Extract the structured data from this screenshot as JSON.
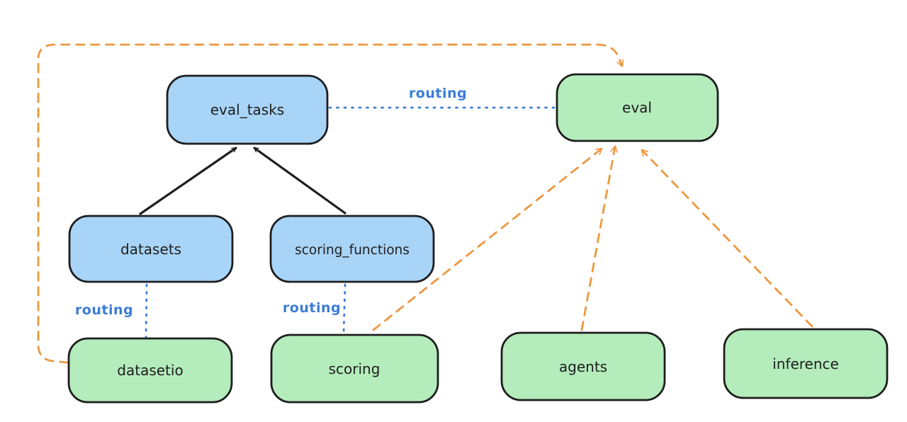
{
  "diagram": {
    "type": "architecture-diagram",
    "background": "#ffffff",
    "nodes": {
      "eval_tasks": {
        "label": "eval_tasks",
        "color": "#a8d4f7",
        "kind": "resource"
      },
      "eval": {
        "label": "eval",
        "color": "#b4ecbc",
        "kind": "api"
      },
      "datasets": {
        "label": "datasets",
        "color": "#a8d4f7",
        "kind": "resource"
      },
      "scoring_functions": {
        "label": "scoring_functions",
        "color": "#a8d4f7",
        "kind": "resource"
      },
      "datasetio": {
        "label": "datasetio",
        "color": "#b4ecbc",
        "kind": "api"
      },
      "scoring": {
        "label": "scoring",
        "color": "#b4ecbc",
        "kind": "api"
      },
      "agents": {
        "label": "agents",
        "color": "#b4ecbc",
        "kind": "api"
      },
      "inference": {
        "label": "inference",
        "color": "#b4ecbc",
        "kind": "api"
      }
    },
    "edges": [
      {
        "from": "datasets",
        "to": "eval_tasks",
        "style": "solid-black-arrow",
        "label": ""
      },
      {
        "from": "scoring_functions",
        "to": "eval_tasks",
        "style": "solid-black-arrow",
        "label": ""
      },
      {
        "from": "eval_tasks",
        "to": "eval",
        "style": "dotted-blue",
        "label": "routing"
      },
      {
        "from": "datasets",
        "to": "datasetio",
        "style": "dotted-blue",
        "label": "routing"
      },
      {
        "from": "scoring_functions",
        "to": "scoring",
        "style": "dotted-blue",
        "label": "routing"
      },
      {
        "from": "datasetio",
        "to": "eval",
        "style": "dashed-orange-arrow",
        "label": ""
      },
      {
        "from": "scoring",
        "to": "eval",
        "style": "dashed-orange-arrow",
        "label": ""
      },
      {
        "from": "agents",
        "to": "eval",
        "style": "dashed-orange-arrow",
        "label": ""
      },
      {
        "from": "inference",
        "to": "eval",
        "style": "dashed-orange-arrow",
        "label": ""
      }
    ],
    "colors": {
      "node_border": "#1e1e1e",
      "blue_fill": "#a8d4f7",
      "green_fill": "#b4ecbc",
      "routing_blue": "#3b7dd6",
      "provider_orange": "#ec9840",
      "arrow_black": "#1e1e1e"
    }
  }
}
